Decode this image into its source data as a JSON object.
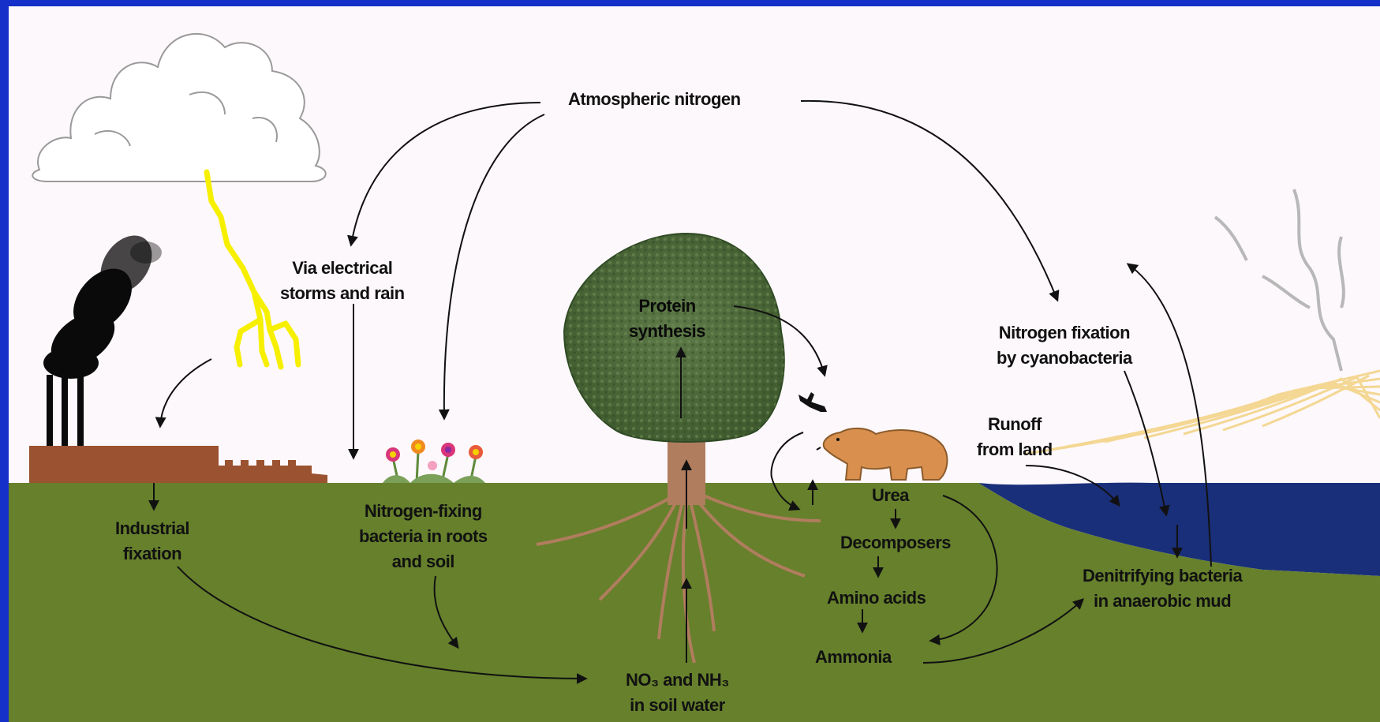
{
  "labels": {
    "atmospheric_nitrogen": "Atmospheric nitrogen",
    "via_electrical": [
      "Via electrical",
      "storms and rain"
    ],
    "industrial_fixation": [
      "Industrial",
      "fixation"
    ],
    "nitrogen_fixing_bacteria": [
      "Nitrogen-fixing",
      "bacteria in roots",
      "and soil"
    ],
    "protein_synthesis": [
      "Protein",
      "synthesis"
    ],
    "nitrogen_fixation_cyanobacteria": [
      "Nitrogen fixation",
      "by cyanobacteria"
    ],
    "runoff": [
      "Runoff",
      "from land"
    ],
    "urea": "Urea",
    "decomposers": "Decomposers",
    "amino_acids": "Amino acids",
    "ammonia": "Ammonia",
    "denitrifying_bacteria": [
      "Denitrifying bacteria",
      "in anaerobic mud"
    ],
    "soil_water": [
      "NO₃ and NH₃",
      "in soil water"
    ]
  },
  "colors": {
    "frame": "#1430c8",
    "sky": "#fdf8fb",
    "ground": "#66802c",
    "water": "#1a2f7a",
    "factory": "#9a5230",
    "tree_canopy": "#4e6a3a",
    "trunk": "#b07d5e",
    "lightning": "#f6f000",
    "bear": "#d98f4e",
    "volcano_haze": "#f3d488"
  },
  "icons": [
    "cloud-icon",
    "lightning-icon",
    "factory-icon",
    "smoke-icon",
    "flowers-icon",
    "tree-icon",
    "bird-icon",
    "bear-icon",
    "volcano-icon"
  ]
}
